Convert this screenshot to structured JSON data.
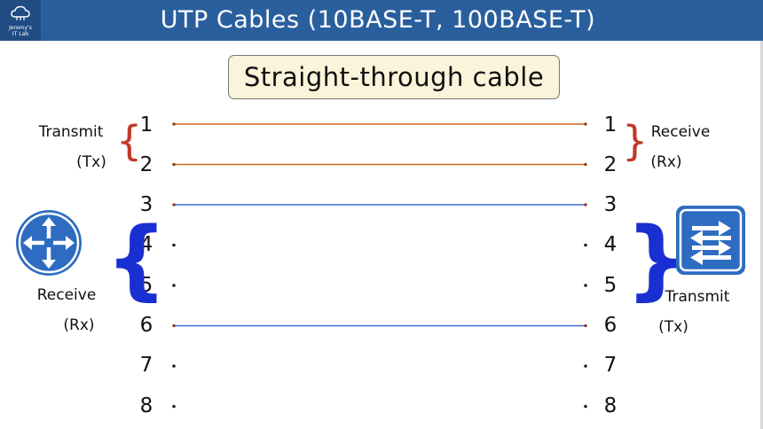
{
  "header": {
    "title": "UTP Cables (10BASE-T, 100BASE-T)",
    "logo_line1": "Jeremy's",
    "logo_line2": "IT Lab",
    "logo_icon": "cloud-network-icon"
  },
  "cable_label": "Straight-through cable",
  "left": {
    "pins": [
      "1",
      "2",
      "3",
      "4",
      "5",
      "6",
      "7",
      "8"
    ],
    "top_role": "Transmit",
    "top_abbr": "(Tx)",
    "bottom_role": "Receive",
    "bottom_abbr": "(Rx)",
    "device_icon": "router-icon"
  },
  "right": {
    "pins": [
      "1",
      "2",
      "3",
      "4",
      "5",
      "6",
      "7",
      "8"
    ],
    "top_role": "Receive",
    "top_abbr": "(Rx)",
    "bottom_role": "Transmit",
    "bottom_abbr": "(Tx)",
    "device_icon": "switch-icon"
  },
  "wires": [
    {
      "from": 1,
      "to": 1,
      "color": "#d2691e"
    },
    {
      "from": 2,
      "to": 2,
      "color": "#d2691e"
    },
    {
      "from": 3,
      "to": 3,
      "color": "#3b6fd4"
    },
    {
      "from": 6,
      "to": 6,
      "color": "#3b6fd4"
    }
  ],
  "colors": {
    "header": "#2a5f9e",
    "tx_brace": "#c0392b",
    "rx_brace": "#1a2fd1",
    "device": "#2d6cc0"
  }
}
